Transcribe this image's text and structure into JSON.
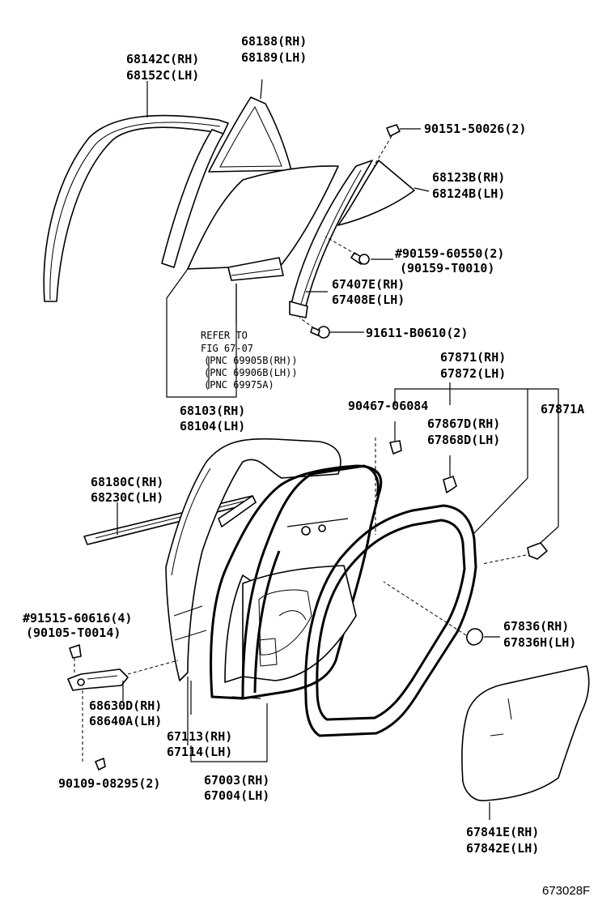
{
  "labels": {
    "p68142": [
      "68142C(RH)",
      "68152C(LH)"
    ],
    "p68188": [
      "68188(RH)",
      "68189(LH)"
    ],
    "p90151": "90151-50026(2)",
    "p68123": [
      "68123B(RH)",
      "68124B(LH)"
    ],
    "p90159": [
      "#90159-60550(2)",
      "(90159-T0010)"
    ],
    "p67407": [
      "67407E(RH)",
      "67408E(LH)"
    ],
    "p91611": "91611-B0610(2)",
    "refer": [
      "REFER TO",
      "FIG 67-07",
      "(PNC 69905B(RH))",
      "(PNC 69906B(LH))",
      "(PNC 69975A)"
    ],
    "p68103": [
      "68103(RH)",
      "68104(LH)"
    ],
    "p67871": [
      "67871(RH)",
      "67872(LH)"
    ],
    "p90467": "90467-06084",
    "p67867": [
      "67867D(RH)",
      "67868D(LH)"
    ],
    "p67871A": "67871A",
    "p68180": [
      "68180C(RH)",
      "68230C(LH)"
    ],
    "p91515": [
      "#91515-60616(4)",
      "(90105-T0014)"
    ],
    "p67836": [
      "67836(RH)",
      "67836H(LH)"
    ],
    "p68630": [
      "68630D(RH)",
      "68640A(LH)"
    ],
    "p67113": [
      "67113(RH)",
      "67114(LH)"
    ],
    "p90109": "90109-08295(2)",
    "p67003": [
      "67003(RH)",
      "67004(LH)"
    ],
    "p67841": [
      "67841E(RH)",
      "67842E(LH)"
    ],
    "code": "673028F"
  }
}
